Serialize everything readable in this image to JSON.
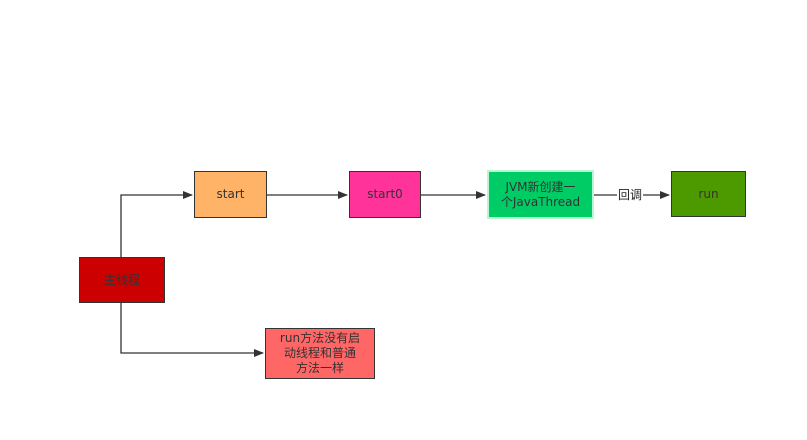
{
  "diagram": {
    "nodes": {
      "main_thread": {
        "label": "主线程",
        "color": "#cc0000"
      },
      "start": {
        "label": "start",
        "color": "#ffb366"
      },
      "start0": {
        "label": "start0",
        "color": "#ff3399"
      },
      "jvm_new_thread": {
        "label_lines": [
          "JVM新创建一",
          "个JavaThread"
        ],
        "color": "#00cc66"
      },
      "run": {
        "label": "run",
        "color": "#4d9900"
      },
      "run_note": {
        "label_lines": [
          "run方法没有启",
          "动线程和普通",
          "方法一样"
        ],
        "color": "#ff6666"
      }
    },
    "edges": [
      {
        "from": "main_thread",
        "to": "start"
      },
      {
        "from": "start",
        "to": "start0"
      },
      {
        "from": "start0",
        "to": "jvm_new_thread"
      },
      {
        "from": "jvm_new_thread",
        "to": "run",
        "label": "回调"
      },
      {
        "from": "main_thread",
        "to": "run_note"
      }
    ],
    "edge_line_color": "#333333"
  }
}
